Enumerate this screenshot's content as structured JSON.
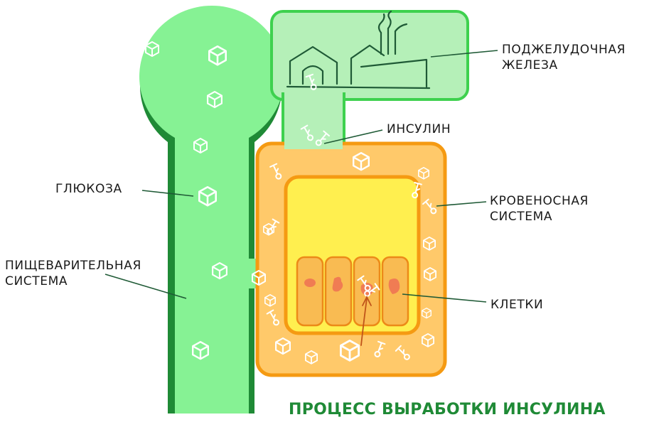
{
  "labels": {
    "pancreas_line1": "ПОДЖЕЛУДОЧНАЯ",
    "pancreas_line2": "ЖЕЛЕЗА",
    "insulin": "ИНСУЛИН",
    "glucose": "ГЛЮКОЗА",
    "blood_line1": "КРОВЕНОСНАЯ",
    "blood_line2": "СИСТЕМА",
    "digestive_line1": "ПИЩЕВАРИТЕЛЬНАЯ",
    "digestive_line2": "СИСТЕМА",
    "cells": "КЛЕТКИ"
  },
  "title": "ПРОЦЕСС ВЫРАБОТКИ ИНСУЛИНА",
  "icons": {
    "glucose": "cube-icon",
    "insulin": "key-icon",
    "factory": "factory-icon"
  },
  "colors": {
    "digestive_fill": "#86f294",
    "digestive_stroke": "#1f8a36",
    "pancreas_fill": "#b5f0b8",
    "pancreas_stroke": "#3ed14e",
    "blood_fill": "#ffc96a",
    "blood_stroke": "#f59a12",
    "inner_fill": "#ffef4f",
    "cell_fill": "#f9bb52",
    "cell_stroke": "#ec8a18",
    "nucleus": "#f07c53",
    "title": "#1f8a36",
    "leader": "#1f5a36"
  }
}
